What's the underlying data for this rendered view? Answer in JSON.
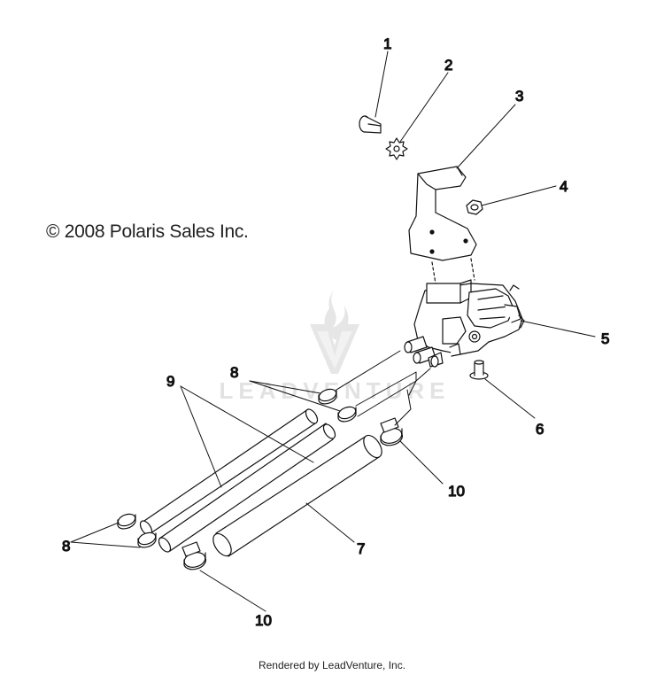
{
  "copyright": "© 2008 Polaris Sales Inc.",
  "footer": "Rendered by LeadVenture, Inc.",
  "watermark": {
    "text": "LEADVENTURE"
  },
  "callouts": {
    "c1": "1",
    "c2": "2",
    "c3": "3",
    "c4": "4",
    "c5": "5",
    "c6": "6",
    "c7": "7",
    "c8_top": "8",
    "c8_bottom": "8",
    "c9": "9",
    "c10_right": "10",
    "c10_bottom": "10"
  },
  "colors": {
    "line": "#111111",
    "watermark": "#e2e2e2",
    "background": "#ffffff"
  }
}
